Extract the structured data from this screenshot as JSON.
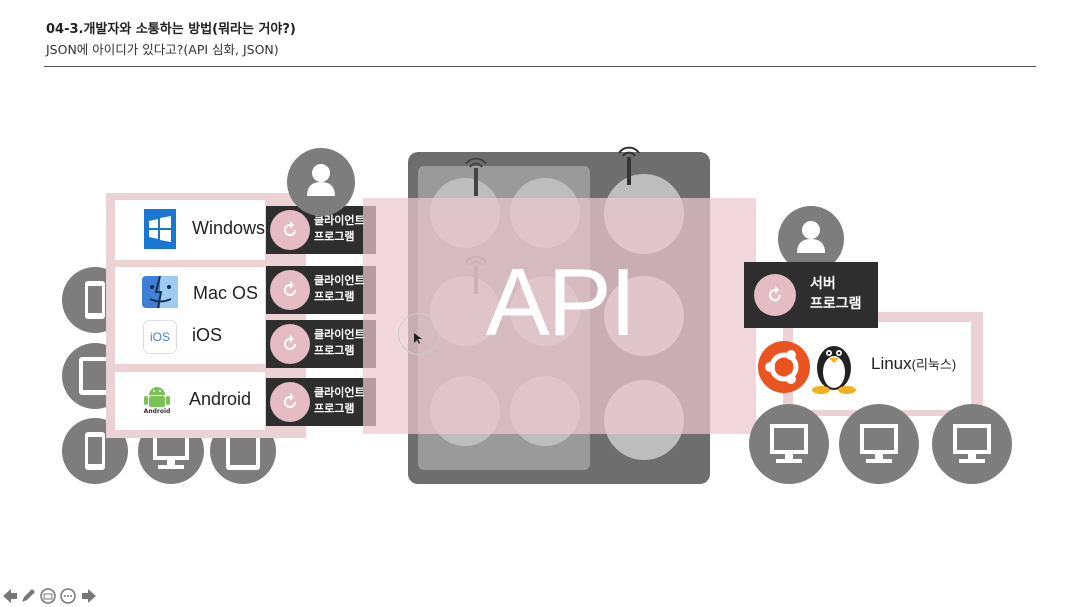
{
  "slide": {
    "title": "04-3.개발자와 소통하는 방법(뭐라는 거야?)",
    "subtitle": "JSON에 아이디가 있다고?(API 심화, JSON)"
  },
  "clients": {
    "windows": "Windows",
    "macos": "Mac OS",
    "ios": "iOS",
    "ios_badge": "iOS",
    "android": "Android",
    "android_badge": "Android",
    "program_label_1": "클라이언트",
    "program_label_2": "프로그램"
  },
  "api": {
    "label": "API"
  },
  "server": {
    "label_1": "서버",
    "label_2": "프로그램",
    "os_label": "Linux",
    "os_label_kor": "(리눅스)"
  },
  "colors": {
    "pink": "#ecd1d5",
    "button_pink": "#e5bcc3",
    "dark": "#2e2e2e",
    "gray": "#7d7d7d"
  },
  "icons": [
    "user-icon",
    "phone-icon",
    "tablet-icon",
    "monitor-icon",
    "windows-logo",
    "finder-logo",
    "android-logo",
    "ubuntu-logo",
    "tux-logo",
    "refresh-icon",
    "antenna-icon"
  ]
}
